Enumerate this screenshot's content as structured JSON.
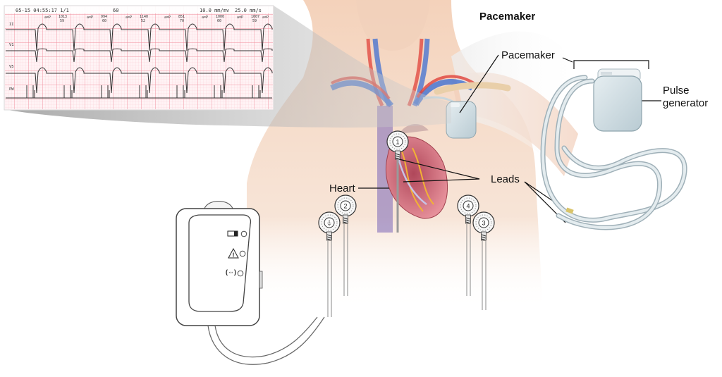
{
  "title": "Pacemaker",
  "labels": {
    "pacemaker": "Pacemaker",
    "pulse_generator_line1": "Pulse",
    "pulse_generator_line2": "generator",
    "leads": "Leads",
    "heart": "Heart"
  },
  "ecg": {
    "timestamp": "05-15 04:55:17 1/1",
    "rate": "60",
    "gain": "10.0 mm/mv",
    "speed": "25.0 mm/s",
    "lead_labels": [
      "II",
      "V1",
      "V5",
      "PW"
    ],
    "beat_marker": "a=P",
    "intervals": [
      {
        "rr": "1013",
        "bpm": "59"
      },
      {
        "rr": "994",
        "bpm": "60"
      },
      {
        "rr": "1140",
        "bpm": "52"
      },
      {
        "rr": "851",
        "bpm": "70"
      },
      {
        "rr": "1000",
        "bpm": "60"
      },
      {
        "rr": "1007",
        "bpm": "59"
      }
    ],
    "colors": {
      "grid_major": "#f08c9c",
      "grid_minor": "#fbd3da",
      "paper": "#fff3f5",
      "trace": "#333333"
    }
  },
  "electrodes": [
    {
      "id": "electrode-1",
      "label": "1"
    },
    {
      "id": "electrode-2",
      "label": "2"
    },
    {
      "id": "electrode-3",
      "label": "3"
    },
    {
      "id": "electrode-4",
      "label": "4"
    },
    {
      "id": "electrode-ground",
      "label": "⏚"
    }
  ],
  "monitor": {
    "indicators": [
      {
        "name": "battery-icon",
        "glyph": "▭"
      },
      {
        "name": "warning-icon",
        "glyph": "⚠"
      },
      {
        "name": "connection-icon",
        "glyph": "(⇔)"
      }
    ]
  },
  "colors": {
    "skin": "#f3c9a8",
    "artery": "#e0413a",
    "vein": "#3f6fd1",
    "device": "#cfdde3",
    "heart": "#d86a78"
  }
}
